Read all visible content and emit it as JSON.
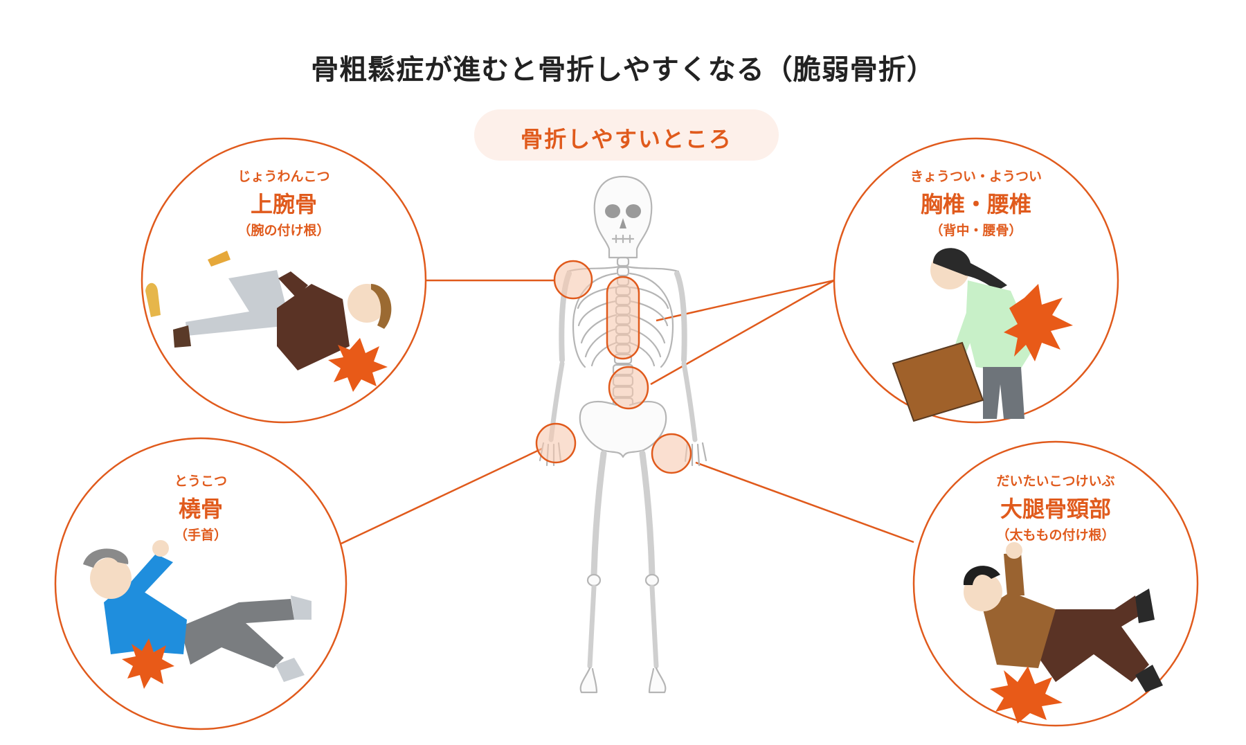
{
  "title": "骨粗鬆症が進むと骨折しやすくなる（脆弱骨折）",
  "subtitle": "骨折しやすいところ",
  "colors": {
    "accent": "#e05a1c",
    "pill_bg": "#fdf0ea",
    "highlight_fill": "#f6c9b0",
    "bone_stroke": "#b5b5b5",
    "title_text": "#222222"
  },
  "sites": {
    "humerus": {
      "reading": "じょうわんこつ",
      "name": "上腕骨",
      "desc": "（腕の付け根）"
    },
    "spine": {
      "reading": "きょうつい・ようつい",
      "name": "胸椎・腰椎",
      "desc": "（背中・腰骨）"
    },
    "radius": {
      "reading": "とうこつ",
      "name": "橈骨",
      "desc": "（手首）"
    },
    "femur": {
      "reading": "だいたいこつけいぶ",
      "name": "大腿骨頸部",
      "desc": "（太ももの付け根）"
    }
  }
}
